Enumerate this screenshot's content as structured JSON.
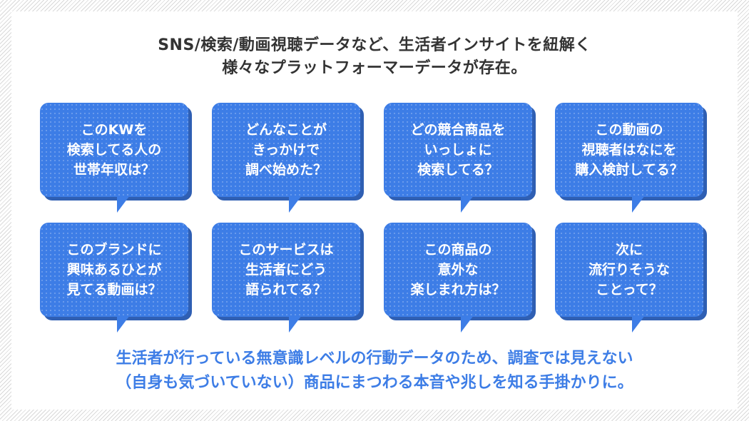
{
  "headline": {
    "line1": "SNS/検索/動画視聴データなど、生活者インサイトを紐解く",
    "line2": "様々なプラットフォーマーデータが存在。"
  },
  "bubbles": [
    {
      "lines": [
        "このKWを",
        "検索してる人の",
        "世帯年収は？"
      ]
    },
    {
      "lines": [
        "どんなことが",
        "きっかけで",
        "調べ始めた？"
      ]
    },
    {
      "lines": [
        "どの競合商品を",
        "いっしょに",
        "検索してる？"
      ]
    },
    {
      "lines": [
        "この動画の",
        "視聴者はなにを",
        "購入検討してる？"
      ]
    },
    {
      "lines": [
        "このブランドに",
        "興味あるひとが",
        "見てる動画は？"
      ]
    },
    {
      "lines": [
        "このサービスは",
        "生活者にどう",
        "語られてる？"
      ]
    },
    {
      "lines": [
        "この商品の",
        "意外な",
        "楽しまれ方は？"
      ]
    },
    {
      "lines": [
        "次に",
        "流行りそうな",
        "ことって？"
      ]
    }
  ],
  "footer": {
    "line1": "生活者が行っている無意識レベルの行動データのため、調査では見えない",
    "line2": "（自身も気づいていない）商品にまつわる本音や兆しを知る手掛かりに。"
  },
  "colors": {
    "accent": "#3d7de6",
    "bubble_shadow": "#2f5fb3",
    "headline_text": "#333333"
  }
}
